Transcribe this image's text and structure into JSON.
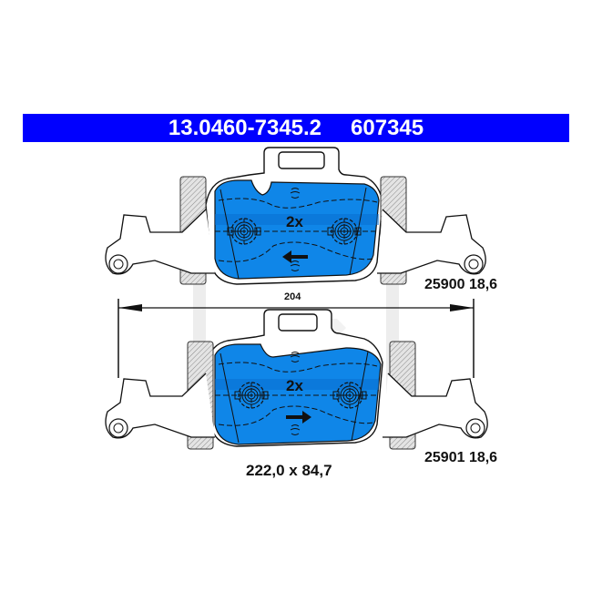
{
  "header": {
    "part_number": "13.0460-7345.2",
    "ref_number": "607345",
    "color": "#0000ff"
  },
  "pads": [
    {
      "id": "top",
      "qty_label": "2x",
      "arrow_direction": "left",
      "wva_code": "25900 18,6"
    },
    {
      "id": "bottom",
      "qty_label": "2x",
      "arrow_direction": "right",
      "wva_code": "25901 18,6"
    }
  ],
  "dimensions": {
    "width_span": "204",
    "pad_size": "222,0 x 84,7"
  },
  "colors": {
    "pad_fill": "#0f86e8",
    "hatch": "#d0d0d0",
    "watermark": "#e8e8e8"
  }
}
